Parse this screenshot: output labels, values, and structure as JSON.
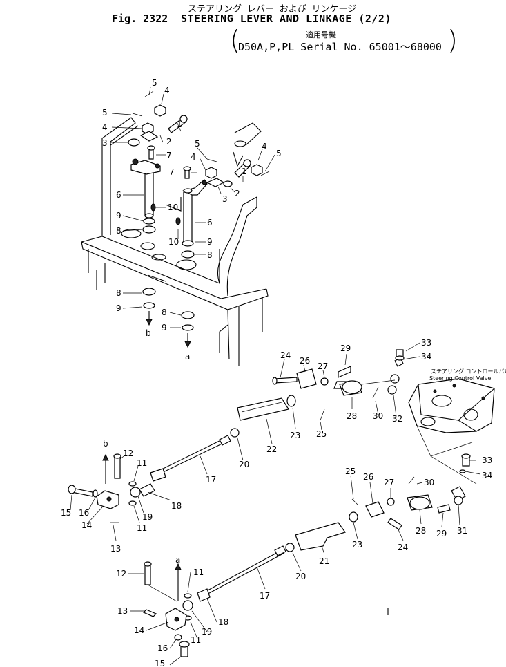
{
  "header": {
    "jp_title": "ステアリング レバー および リンケージ",
    "fig": "Fig. 2322",
    "title": "STEERING LEVER AND LINKAGE (2/2)",
    "applicability_jp": "適用号機",
    "serial": "D50A,P,PL Serial No. 65001～68000"
  },
  "notes": {
    "valve_jp": "ステアリング コントロールバルブ",
    "valve_en": "Steering Control Valve"
  },
  "arrows": {
    "a": "a",
    "b": "b"
  },
  "callouts": {
    "top": [
      {
        "id": "t5a",
        "text": "5"
      },
      {
        "id": "t4a",
        "text": "4"
      },
      {
        "id": "t5b",
        "text": "5"
      },
      {
        "id": "t4b",
        "text": "4"
      },
      {
        "id": "t1a",
        "text": "1"
      },
      {
        "id": "t3a",
        "text": "3"
      },
      {
        "id": "t2a",
        "text": "2"
      },
      {
        "id": "t7a",
        "text": "7"
      },
      {
        "id": "t7b",
        "text": "7"
      },
      {
        "id": "t5c",
        "text": "5"
      },
      {
        "id": "t4c",
        "text": "4"
      },
      {
        "id": "t4d",
        "text": "4"
      },
      {
        "id": "t5d",
        "text": "5"
      },
      {
        "id": "t1b",
        "text": "1"
      },
      {
        "id": "t2b",
        "text": "2"
      },
      {
        "id": "t3b",
        "text": "3"
      },
      {
        "id": "t6a",
        "text": "6"
      },
      {
        "id": "t10a",
        "text": "10"
      },
      {
        "id": "t9a",
        "text": "9"
      },
      {
        "id": "t8a",
        "text": "8"
      },
      {
        "id": "t6b",
        "text": "6"
      },
      {
        "id": "t10b",
        "text": "10"
      },
      {
        "id": "t9b",
        "text": "9"
      },
      {
        "id": "t8b",
        "text": "8"
      },
      {
        "id": "t8c",
        "text": "8"
      },
      {
        "id": "t9c",
        "text": "9"
      },
      {
        "id": "t8d",
        "text": "8"
      },
      {
        "id": "t9d",
        "text": "9"
      }
    ],
    "linkage": [
      {
        "id": "l24a",
        "text": "24"
      },
      {
        "id": "l26a",
        "text": "26"
      },
      {
        "id": "l27a",
        "text": "27"
      },
      {
        "id": "l29a",
        "text": "29"
      },
      {
        "id": "l33a",
        "text": "33"
      },
      {
        "id": "l34a",
        "text": "34"
      },
      {
        "id": "l28a",
        "text": "28"
      },
      {
        "id": "l30a",
        "text": "30"
      },
      {
        "id": "l32",
        "text": "32"
      },
      {
        "id": "l23a",
        "text": "23"
      },
      {
        "id": "l25a",
        "text": "25"
      },
      {
        "id": "l22",
        "text": "22"
      },
      {
        "id": "l20a",
        "text": "20"
      },
      {
        "id": "l17a",
        "text": "17"
      },
      {
        "id": "l12a",
        "text": "12"
      },
      {
        "id": "l11a",
        "text": "11"
      },
      {
        "id": "l18a",
        "text": "18"
      },
      {
        "id": "l19a",
        "text": "19"
      },
      {
        "id": "l11b",
        "text": "11"
      },
      {
        "id": "l15a",
        "text": "15"
      },
      {
        "id": "l16a",
        "text": "16"
      },
      {
        "id": "l14a",
        "text": "14"
      },
      {
        "id": "l13a",
        "text": "13"
      },
      {
        "id": "l33b",
        "text": "33"
      },
      {
        "id": "l34b",
        "text": "34"
      },
      {
        "id": "l25b",
        "text": "25"
      },
      {
        "id": "l26b",
        "text": "26"
      },
      {
        "id": "l27b",
        "text": "27"
      },
      {
        "id": "l30b",
        "text": "30"
      },
      {
        "id": "l28b",
        "text": "28"
      },
      {
        "id": "l29b",
        "text": "29"
      },
      {
        "id": "l31",
        "text": "31"
      },
      {
        "id": "l23b",
        "text": "23"
      },
      {
        "id": "l24b",
        "text": "24"
      },
      {
        "id": "l21",
        "text": "21"
      },
      {
        "id": "l20b",
        "text": "20"
      },
      {
        "id": "l17b",
        "text": "17"
      },
      {
        "id": "l12b",
        "text": "12"
      },
      {
        "id": "l11c",
        "text": "11"
      },
      {
        "id": "l18b",
        "text": "18"
      },
      {
        "id": "l13b",
        "text": "13"
      },
      {
        "id": "l14b",
        "text": "14"
      },
      {
        "id": "l19b",
        "text": "19"
      },
      {
        "id": "l11d",
        "text": "11"
      },
      {
        "id": "l16b",
        "text": "16"
      },
      {
        "id": "l15b",
        "text": "15"
      }
    ]
  }
}
